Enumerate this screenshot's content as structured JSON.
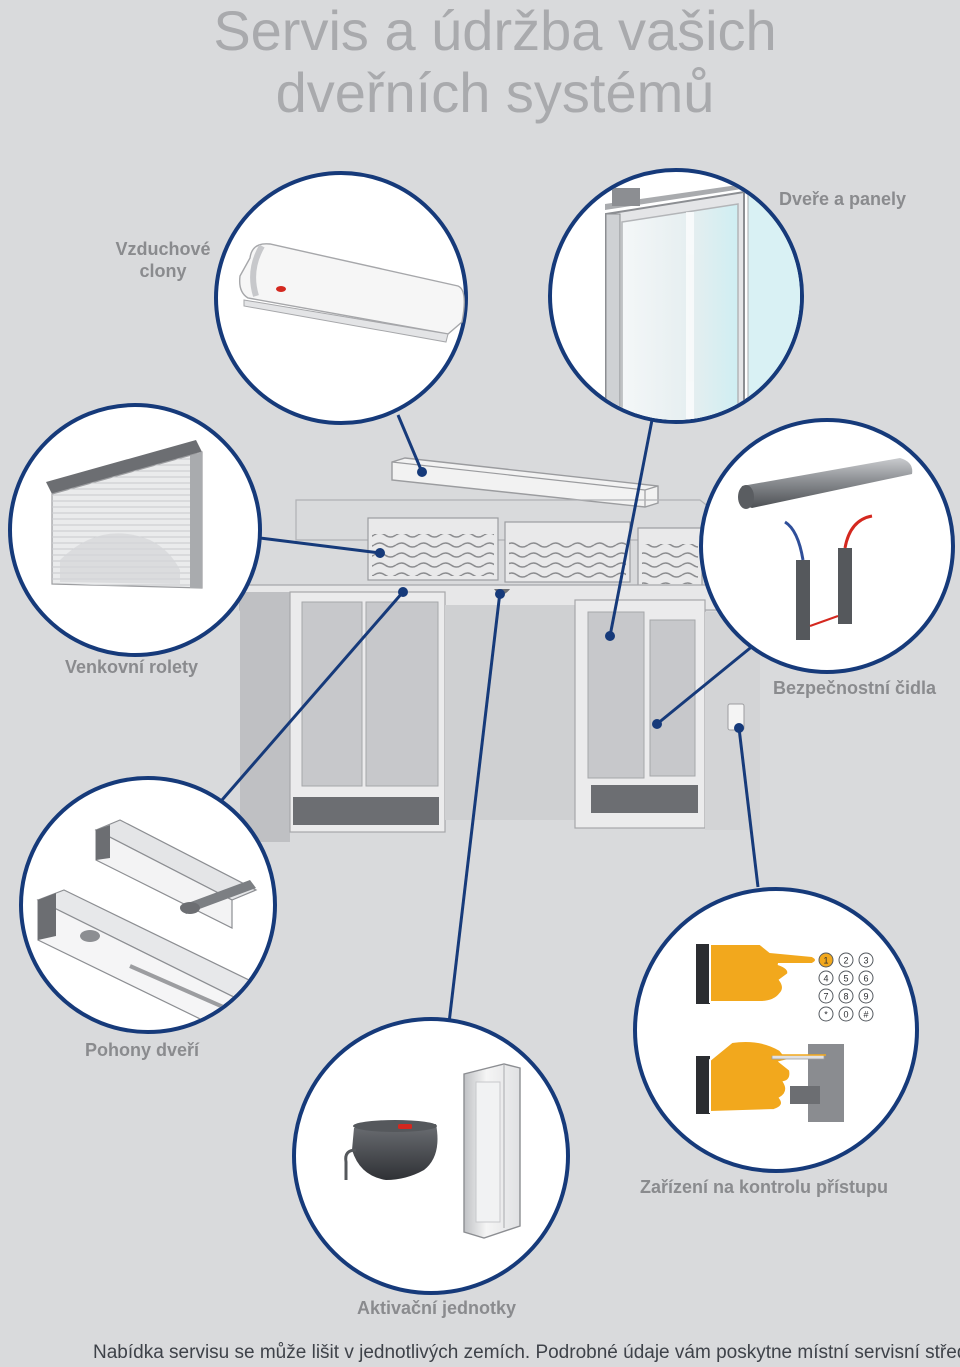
{
  "title": {
    "line1": "Servis a údržba vašich",
    "line2": "dveřních systémů"
  },
  "labels": {
    "air_curtain_1": "Vzduchové",
    "air_curtain_2": "clony",
    "doors_panels": "Dveře a panely",
    "rollers": "Venkovní rolety",
    "sensors": "Bezpečnostní čidla",
    "drives": "Pohony dveří",
    "access": "Zařízení na kontrolu přístupu",
    "activation": "Aktivační jednotky"
  },
  "keypad": [
    "1",
    "2",
    "3",
    "4",
    "5",
    "6",
    "7",
    "8",
    "9",
    "*",
    "0",
    "#"
  ],
  "footer": "Nabídka servisu se může lišit v jednotlivých zemích. Podrobné údaje vám poskytne místní servisní středisko.",
  "colors": {
    "accent": "#163a7a",
    "hand": "#f2a81d",
    "background": "#d9dadc"
  }
}
